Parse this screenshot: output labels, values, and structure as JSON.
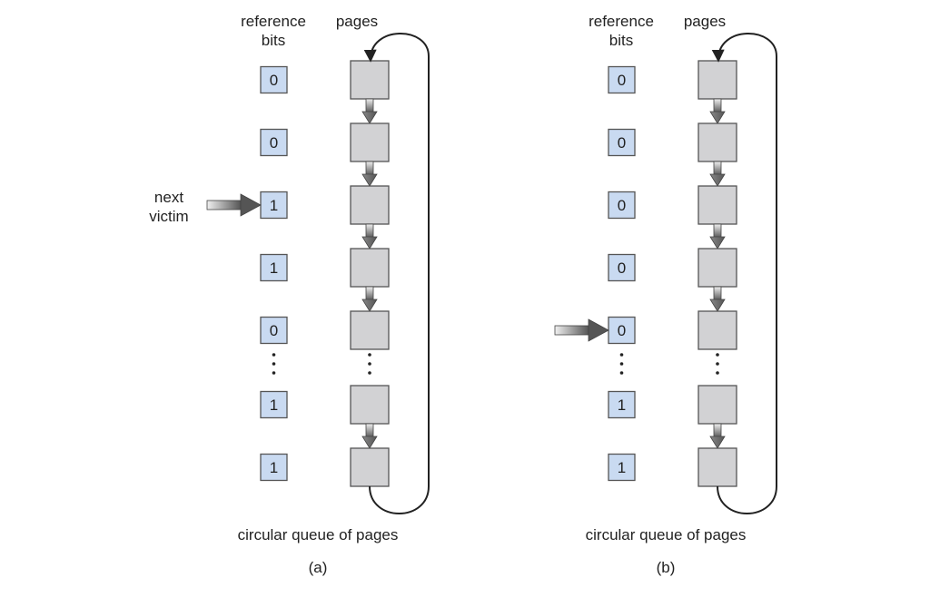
{
  "colors": {
    "bit_fill": "#c9daf1",
    "page_fill": "#d2d2d4",
    "stroke": "#555555",
    "loop": "#222222"
  },
  "panels": [
    {
      "id": "a",
      "caption": "(a)",
      "queue_label": "circular queue of pages",
      "bits_header": [
        "reference",
        "bits"
      ],
      "pages_header": "pages",
      "pointer_label": [
        "next",
        "victim"
      ],
      "pointer_row": 2,
      "rows": [
        {
          "bit": "0"
        },
        {
          "bit": "0"
        },
        {
          "bit": "1"
        },
        {
          "bit": "1"
        },
        {
          "bit": "0"
        },
        {
          "bit": "1",
          "after_ellipsis": true
        },
        {
          "bit": "1"
        }
      ]
    },
    {
      "id": "b",
      "caption": "(b)",
      "queue_label": "circular queue of pages",
      "bits_header": [
        "reference",
        "bits"
      ],
      "pages_header": "pages",
      "pointer_label": null,
      "pointer_row": 4,
      "rows": [
        {
          "bit": "0"
        },
        {
          "bit": "0"
        },
        {
          "bit": "0"
        },
        {
          "bit": "0"
        },
        {
          "bit": "0"
        },
        {
          "bit": "1",
          "after_ellipsis": true
        },
        {
          "bit": "1"
        }
      ]
    }
  ]
}
